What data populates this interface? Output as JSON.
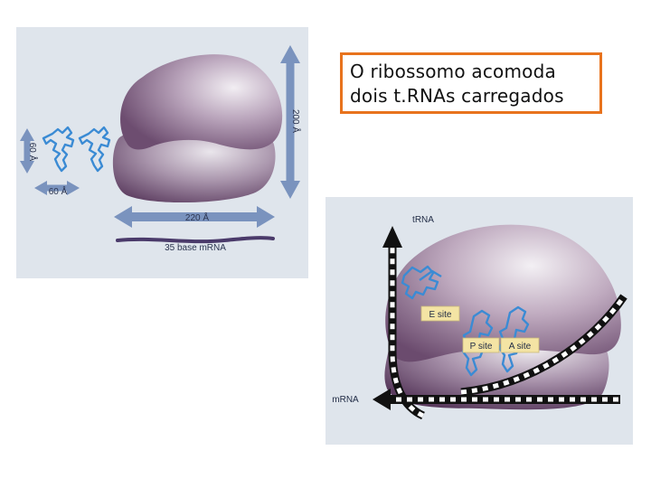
{
  "title_lines": [
    "O ribossomo acomoda",
    "dois t.RNAs carregados"
  ],
  "left_panel": {
    "dimension_labels": {
      "height": "200 Å",
      "trna_height": "60 Å",
      "trna_width": "60 Å",
      "width": "220 Å"
    },
    "mrna_label": "35 base mRNA"
  },
  "right_panel": {
    "trna_label": "tRNA",
    "mrna_label": "mRNA",
    "sites": [
      "E site",
      "P site",
      "A site"
    ]
  },
  "colors": {
    "panel_bg": "#dfe5ec",
    "ribosome": "#9c7f9c",
    "trna": "#3b8bd4",
    "site_label_bg": "#f4e4a4",
    "mrna_strand": "#4a3a6a",
    "arrow": "#6e87b5",
    "caption_border": "#e8731d"
  }
}
